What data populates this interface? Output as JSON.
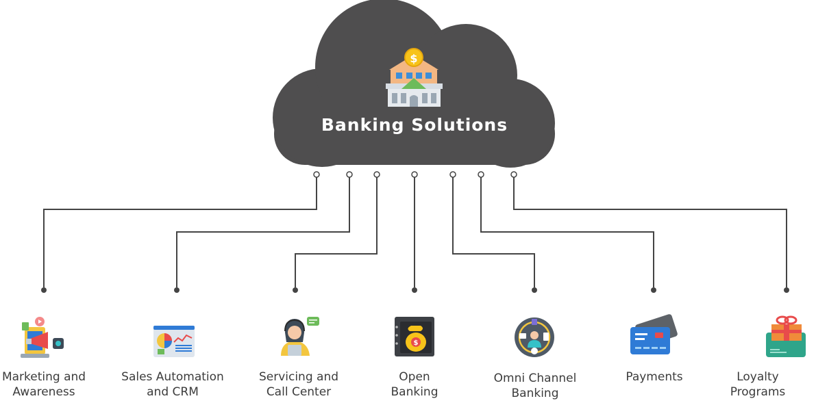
{
  "title": "Banking Solutions",
  "colors": {
    "cloud": "#4f4e4f",
    "connector": "#444444",
    "label": "#3c3c3c"
  },
  "icons": {
    "hub": "bank-building-icon"
  },
  "nodes": [
    {
      "id": "marketing",
      "lines": [
        "Marketing and",
        "Awareness"
      ],
      "icon": "megaphone-icon"
    },
    {
      "id": "sales",
      "lines": [
        "Sales Automation",
        "and CRM"
      ],
      "icon": "dashboard-chart-icon"
    },
    {
      "id": "servicing",
      "lines": [
        "Servicing and",
        "Call Center"
      ],
      "icon": "call-center-agent-icon"
    },
    {
      "id": "open-banking",
      "lines": [
        "Open",
        "Banking"
      ],
      "icon": "safe-money-bag-icon"
    },
    {
      "id": "omni",
      "lines": [
        "Omni Channel",
        "Banking"
      ],
      "icon": "omni-channel-icon"
    },
    {
      "id": "payments",
      "lines": [
        "Payments"
      ],
      "icon": "credit-card-icon"
    },
    {
      "id": "loyalty",
      "lines": [
        "Loyalty",
        "Programs"
      ],
      "icon": "gift-icon"
    }
  ]
}
